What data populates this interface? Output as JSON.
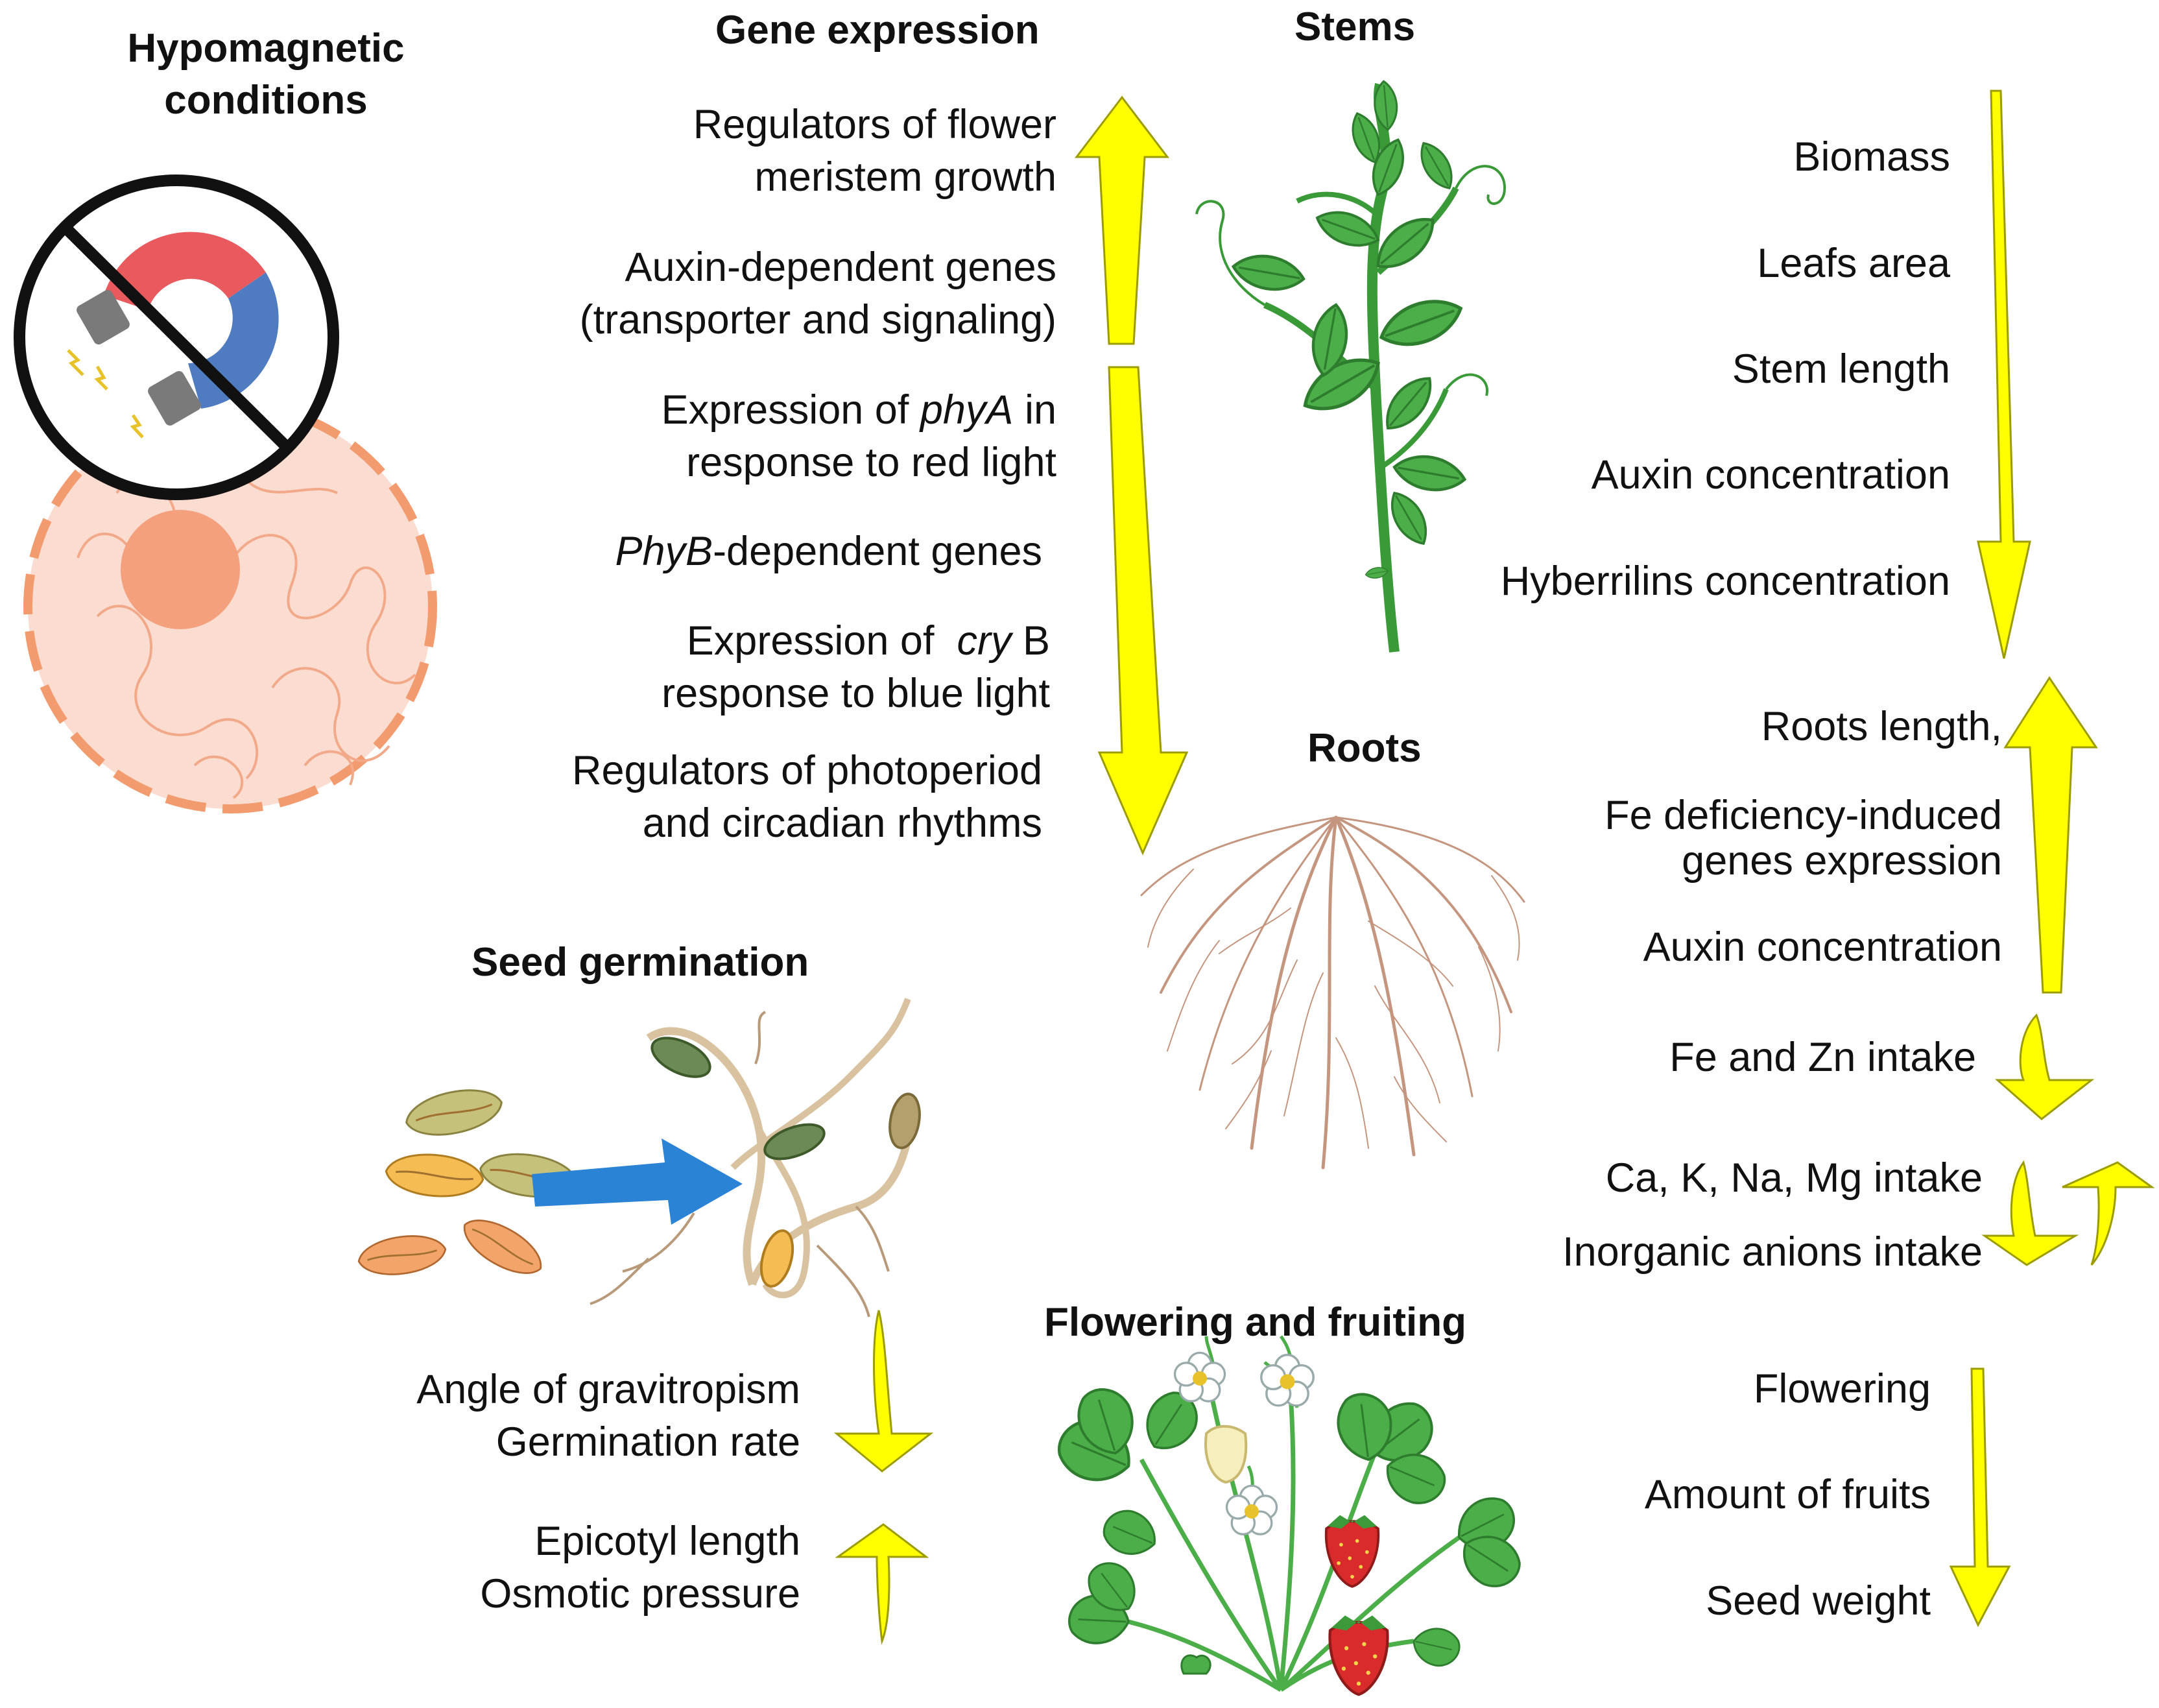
{
  "colors": {
    "arrow": "#ffff00",
    "arrow_stroke": "#9c9c00",
    "cell_fill": "#fbdcd0",
    "cell_border": "#f29b6f",
    "nucleus": "#f4a07c",
    "magnet_red": "#e85a5e",
    "magnet_blue": "#4f7bc0",
    "germination_arrow": "#2b83d6",
    "leaf": "#4cae48",
    "leaf_dark": "#2e7d2e",
    "root": "#c4967f",
    "strawberry": "#d92b2b"
  },
  "hypomagnetic": {
    "title": "Hypomagnetic\nconditions"
  },
  "gene_expression": {
    "title": "Gene expression",
    "items": {
      "regulators_flower": [
        "Regulators of flower",
        "meristem growth"
      ],
      "auxin_genes": [
        "Auxin-dependent genes",
        "(transporter and signaling)"
      ],
      "phyA": {
        "before": "Expression of ",
        "italic": "phyA",
        "after": " in",
        "line2": "response to red light"
      },
      "phyB": {
        "italic": "PhyB",
        "after": "-dependent genes"
      },
      "cry": {
        "before": "Expression of  ",
        "italic": "cry",
        "after": " B",
        "line2": "response to blue light"
      },
      "photoperiod": [
        "Regulators of photoperiod",
        "and circadian rhythms"
      ]
    }
  },
  "stems": {
    "title": "Stems",
    "items": [
      "Biomass",
      "Leafs area",
      "Stem length",
      "Auxin concentration",
      "Hyberrilins concentration"
    ]
  },
  "roots": {
    "title": "Roots",
    "items": {
      "length": "Roots length,",
      "fe_genes": [
        "Fe deficiency-induced",
        "genes expression"
      ],
      "auxin": "Auxin concentration",
      "fe_zn": "Fe and Zn intake",
      "ions": "Ca, K, Na, Mg intake",
      "anions": "Inorganic anions intake"
    }
  },
  "seed": {
    "title": "Seed germination",
    "down_items": [
      "Angle of gravitropism",
      "Germination rate"
    ],
    "up_items": [
      "Epicotyl length",
      "Osmotic pressure"
    ]
  },
  "flowering": {
    "title": "Flowering and fruiting",
    "items": [
      "Flowering",
      "Amount of fruits",
      "Seed weight"
    ]
  }
}
